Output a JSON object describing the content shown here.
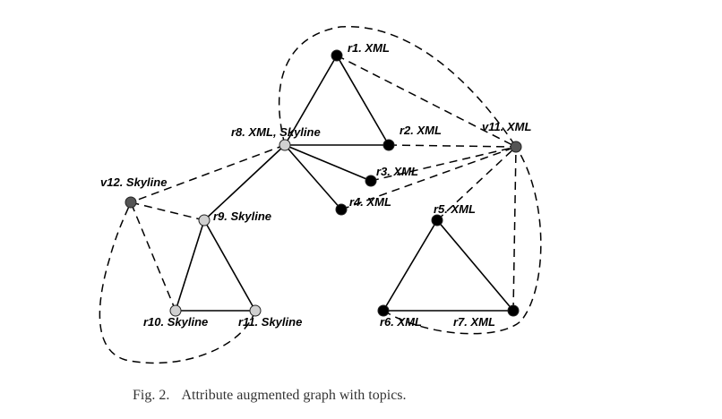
{
  "caption": {
    "prefix": "Fig. 2.",
    "text": "Attribute augmented graph with topics."
  },
  "nodes": {
    "r1": {
      "label": "r1. XML",
      "color": "#000000"
    },
    "r2": {
      "label": "r2. XML",
      "color": "#000000"
    },
    "r3": {
      "label": "r3. XML",
      "color": "#000000"
    },
    "r4": {
      "label": "r4. XML",
      "color": "#000000"
    },
    "r5": {
      "label": "r5. XML",
      "color": "#000000"
    },
    "r6": {
      "label": "r6. XML",
      "color": "#000000"
    },
    "r7": {
      "label": "r7. XML",
      "color": "#000000"
    },
    "r8": {
      "label": "r8. XML, Skyline",
      "color": "#d0d0d0"
    },
    "r9": {
      "label": "r9. Skyline",
      "color": "#d0d0d0"
    },
    "r10": {
      "label": "r10. Skyline",
      "color": "#d0d0d0"
    },
    "r11": {
      "label": "r11. Skyline",
      "color": "#d0d0d0"
    },
    "v11": {
      "label": "v11. XML",
      "color": "#555555"
    },
    "v12": {
      "label": "v12. Skyline",
      "color": "#555555"
    }
  },
  "solid_edges": [
    [
      "r1",
      "r8"
    ],
    [
      "r1",
      "r2"
    ],
    [
      "r8",
      "r2"
    ],
    [
      "r8",
      "r3"
    ],
    [
      "r8",
      "r4"
    ],
    [
      "r8",
      "r9"
    ],
    [
      "r9",
      "r10"
    ],
    [
      "r9",
      "r11"
    ],
    [
      "r10",
      "r11"
    ],
    [
      "r5",
      "r6"
    ],
    [
      "r5",
      "r7"
    ],
    [
      "r6",
      "r7"
    ]
  ],
  "dashed_edges": [
    [
      "r1",
      "v11"
    ],
    [
      "r2",
      "v11"
    ],
    [
      "r3",
      "v11"
    ],
    [
      "r4",
      "v11"
    ],
    [
      "r5",
      "v11"
    ],
    [
      "r7",
      "v11"
    ],
    [
      "r8",
      "v12"
    ],
    [
      "r9",
      "v12"
    ],
    [
      "r10",
      "v12"
    ]
  ]
}
